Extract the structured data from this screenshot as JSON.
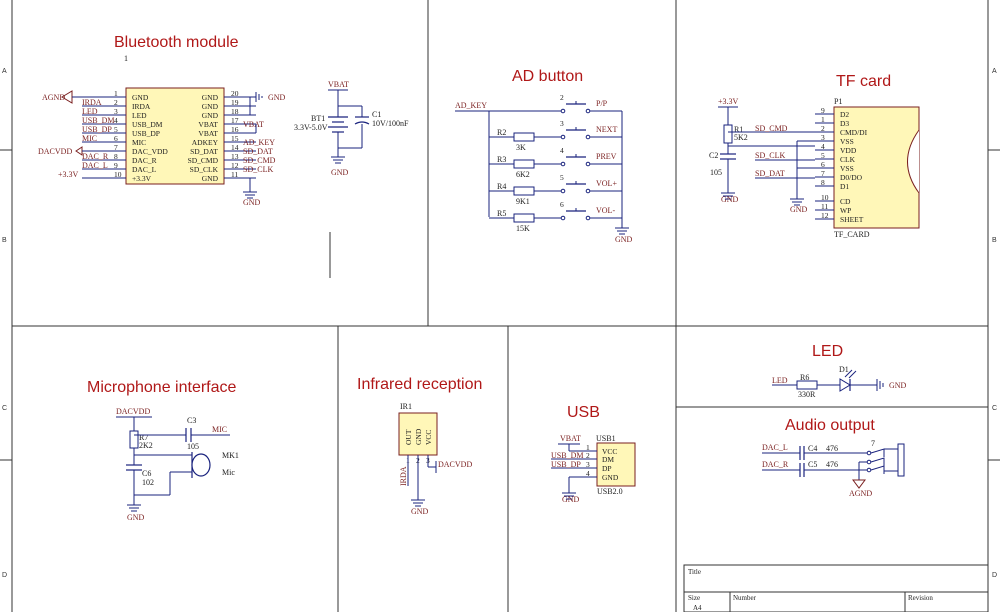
{
  "sections": {
    "bluetooth": "Bluetooth module",
    "ad_button": "AD button",
    "tf_card": "TF card",
    "microphone": "Microphone interface",
    "infrared": "Infrared reception",
    "usb": "USB",
    "led": "LED",
    "audio": "Audio output"
  },
  "border_marks": {
    "a": "A",
    "b": "B",
    "c": "C",
    "d": "D"
  },
  "bt": {
    "ref": "1",
    "left_pins": [
      {
        "num": "1",
        "name": "GND",
        "net": ""
      },
      {
        "num": "2",
        "name": "IRDA",
        "net": "IRDA"
      },
      {
        "num": "3",
        "name": "LED",
        "net": "LED"
      },
      {
        "num": "4",
        "name": "USB_DM",
        "net": "USB_DM"
      },
      {
        "num": "5",
        "name": "USB_DP",
        "net": "USB_DP"
      },
      {
        "num": "6",
        "name": "MIC",
        "net": "MIC"
      },
      {
        "num": "7",
        "name": "DAC_VDD",
        "net": ""
      },
      {
        "num": "8",
        "name": "DAC_R",
        "net": "DAC_R"
      },
      {
        "num": "9",
        "name": "DAC_L",
        "net": "DAC_L"
      },
      {
        "num": "10",
        "name": "+3.3V",
        "net": "+3.3V"
      }
    ],
    "right_pins": [
      {
        "num": "20",
        "name": "GND",
        "net": ""
      },
      {
        "num": "19",
        "name": "GND",
        "net": ""
      },
      {
        "num": "18",
        "name": "GND",
        "net": ""
      },
      {
        "num": "17",
        "name": "VBAT",
        "net": "VBAT"
      },
      {
        "num": "16",
        "name": "VBAT",
        "net": ""
      },
      {
        "num": "15",
        "name": "ADKEY",
        "net": "AD_KEY"
      },
      {
        "num": "14",
        "name": "SD_DAT",
        "net": "SD_DAT"
      },
      {
        "num": "13",
        "name": "SD_CMD",
        "net": "SD_CMD"
      },
      {
        "num": "12",
        "name": "SD_CLK",
        "net": "SD_CLK"
      },
      {
        "num": "11",
        "name": "GND",
        "net": ""
      }
    ],
    "agnd": "AGND",
    "dacvdd": "DACVDD",
    "gnd": "GND",
    "gnd_right": "GND"
  },
  "battery": {
    "vbat": "VBAT",
    "bt_ref": "BT1",
    "bt_val": "3.3V-5.0V",
    "c_ref": "C1",
    "c_val": "10V/100nF",
    "gnd": "GND"
  },
  "adbtn": {
    "net": "AD_KEY",
    "switches": [
      {
        "num": "2",
        "label": "P/P"
      },
      {
        "num": "3",
        "label": "NEXT"
      },
      {
        "num": "4",
        "label": "PREV"
      },
      {
        "num": "5",
        "label": "VOL+"
      },
      {
        "num": "6",
        "label": "VOL-"
      }
    ],
    "resistors": [
      {
        "ref": "R2",
        "val": "3K"
      },
      {
        "ref": "R3",
        "val": "6K2"
      },
      {
        "ref": "R4",
        "val": "9K1"
      },
      {
        "ref": "R5",
        "val": "15K"
      }
    ],
    "gnd": "GND"
  },
  "tf": {
    "ref": "P1",
    "vcc": "+3.3V",
    "r_ref": "R1",
    "r_val": "5K2",
    "c_ref": "C2",
    "c_val": "105",
    "nets": {
      "cmd": "SD_CMD",
      "clk": "SD_CLK",
      "dat": "SD_DAT"
    },
    "pins": [
      {
        "num": "9",
        "name": "D2"
      },
      {
        "num": "1",
        "name": "D3"
      },
      {
        "num": "2",
        "name": "CMD/DI"
      },
      {
        "num": "3",
        "name": "VSS"
      },
      {
        "num": "4",
        "name": "VDD"
      },
      {
        "num": "5",
        "name": "CLK"
      },
      {
        "num": "6",
        "name": "VSS"
      },
      {
        "num": "7",
        "name": "D0/DO"
      },
      {
        "num": "8",
        "name": "D1"
      },
      {
        "num": "10",
        "name": "CD"
      },
      {
        "num": "11",
        "name": "WP"
      },
      {
        "num": "12",
        "name": "SHEET"
      }
    ],
    "part": "TF_CARD",
    "gnd1": "GND",
    "gnd2": "GND"
  },
  "mic": {
    "dacvdd": "DACVDD",
    "r_ref": "R7",
    "r_val": "2K2",
    "c3_ref": "C3",
    "c3_val": "105",
    "net": "MIC",
    "c6_ref": "C6",
    "c6_val": "102",
    "mk_ref": "MK1",
    "mk_val": "Mic",
    "gnd": "GND"
  },
  "ir": {
    "ref": "IR1",
    "pins": [
      "OUT",
      "GND",
      "VCC"
    ],
    "pin_nums": [
      "1",
      "2",
      "3"
    ],
    "net": "IRDA",
    "vcc": "DACVDD",
    "gnd": "GND"
  },
  "usb": {
    "vbat": "VBAT",
    "ref": "USB1",
    "pins": [
      {
        "num": "1",
        "name": "VCC",
        "net": ""
      },
      {
        "num": "2",
        "name": "DM",
        "net": "USB_DM"
      },
      {
        "num": "3",
        "name": "DP",
        "net": "USB_DP"
      },
      {
        "num": "4",
        "name": "GND",
        "net": ""
      }
    ],
    "part": "USB2.0",
    "gnd": "GND"
  },
  "led": {
    "net": "LED",
    "r_ref": "R6",
    "r_val": "330R",
    "d_ref": "D1",
    "gnd": "GND"
  },
  "audio": {
    "l_net": "DAC_L",
    "r_net": "DAC_R",
    "c4_ref": "C4",
    "c4_val": "476",
    "c5_ref": "C5",
    "c5_val": "476",
    "jack_pin": "7",
    "agnd": "AGND"
  },
  "title_block": {
    "title": "Title",
    "size": "Size",
    "number": "Number",
    "revision": "Revision",
    "size_val": "A4"
  }
}
